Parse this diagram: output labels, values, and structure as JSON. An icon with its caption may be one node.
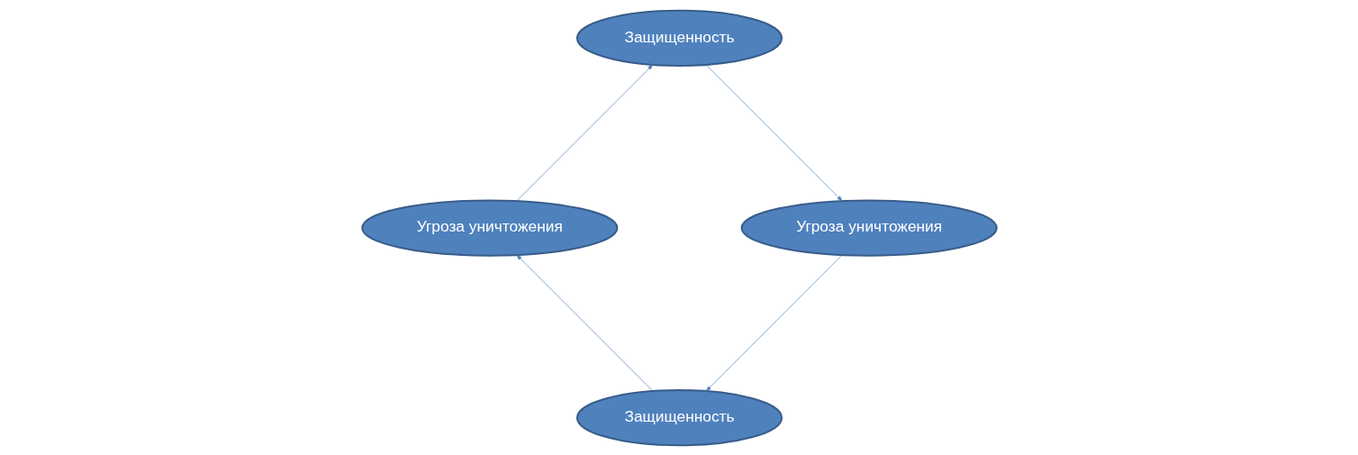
{
  "diagram": {
    "nodes": [
      {
        "text": [
          "Защищенность"
        ]
      },
      {
        "text": [
          "Угроза уничтожения"
        ]
      },
      {
        "text": [
          "Угроза уничтожения"
        ]
      },
      {
        "text": [
          "Защищенность"
        ]
      }
    ],
    "edges": [
      {
        "from": 0,
        "to": 1,
        "arrow": "to"
      },
      {
        "from": 1,
        "to": 3,
        "arrow": "to"
      },
      {
        "from": 3,
        "to": 2,
        "arrow": "to"
      },
      {
        "from": 2,
        "to": 0,
        "arrow": "to"
      }
    ]
  }
}
